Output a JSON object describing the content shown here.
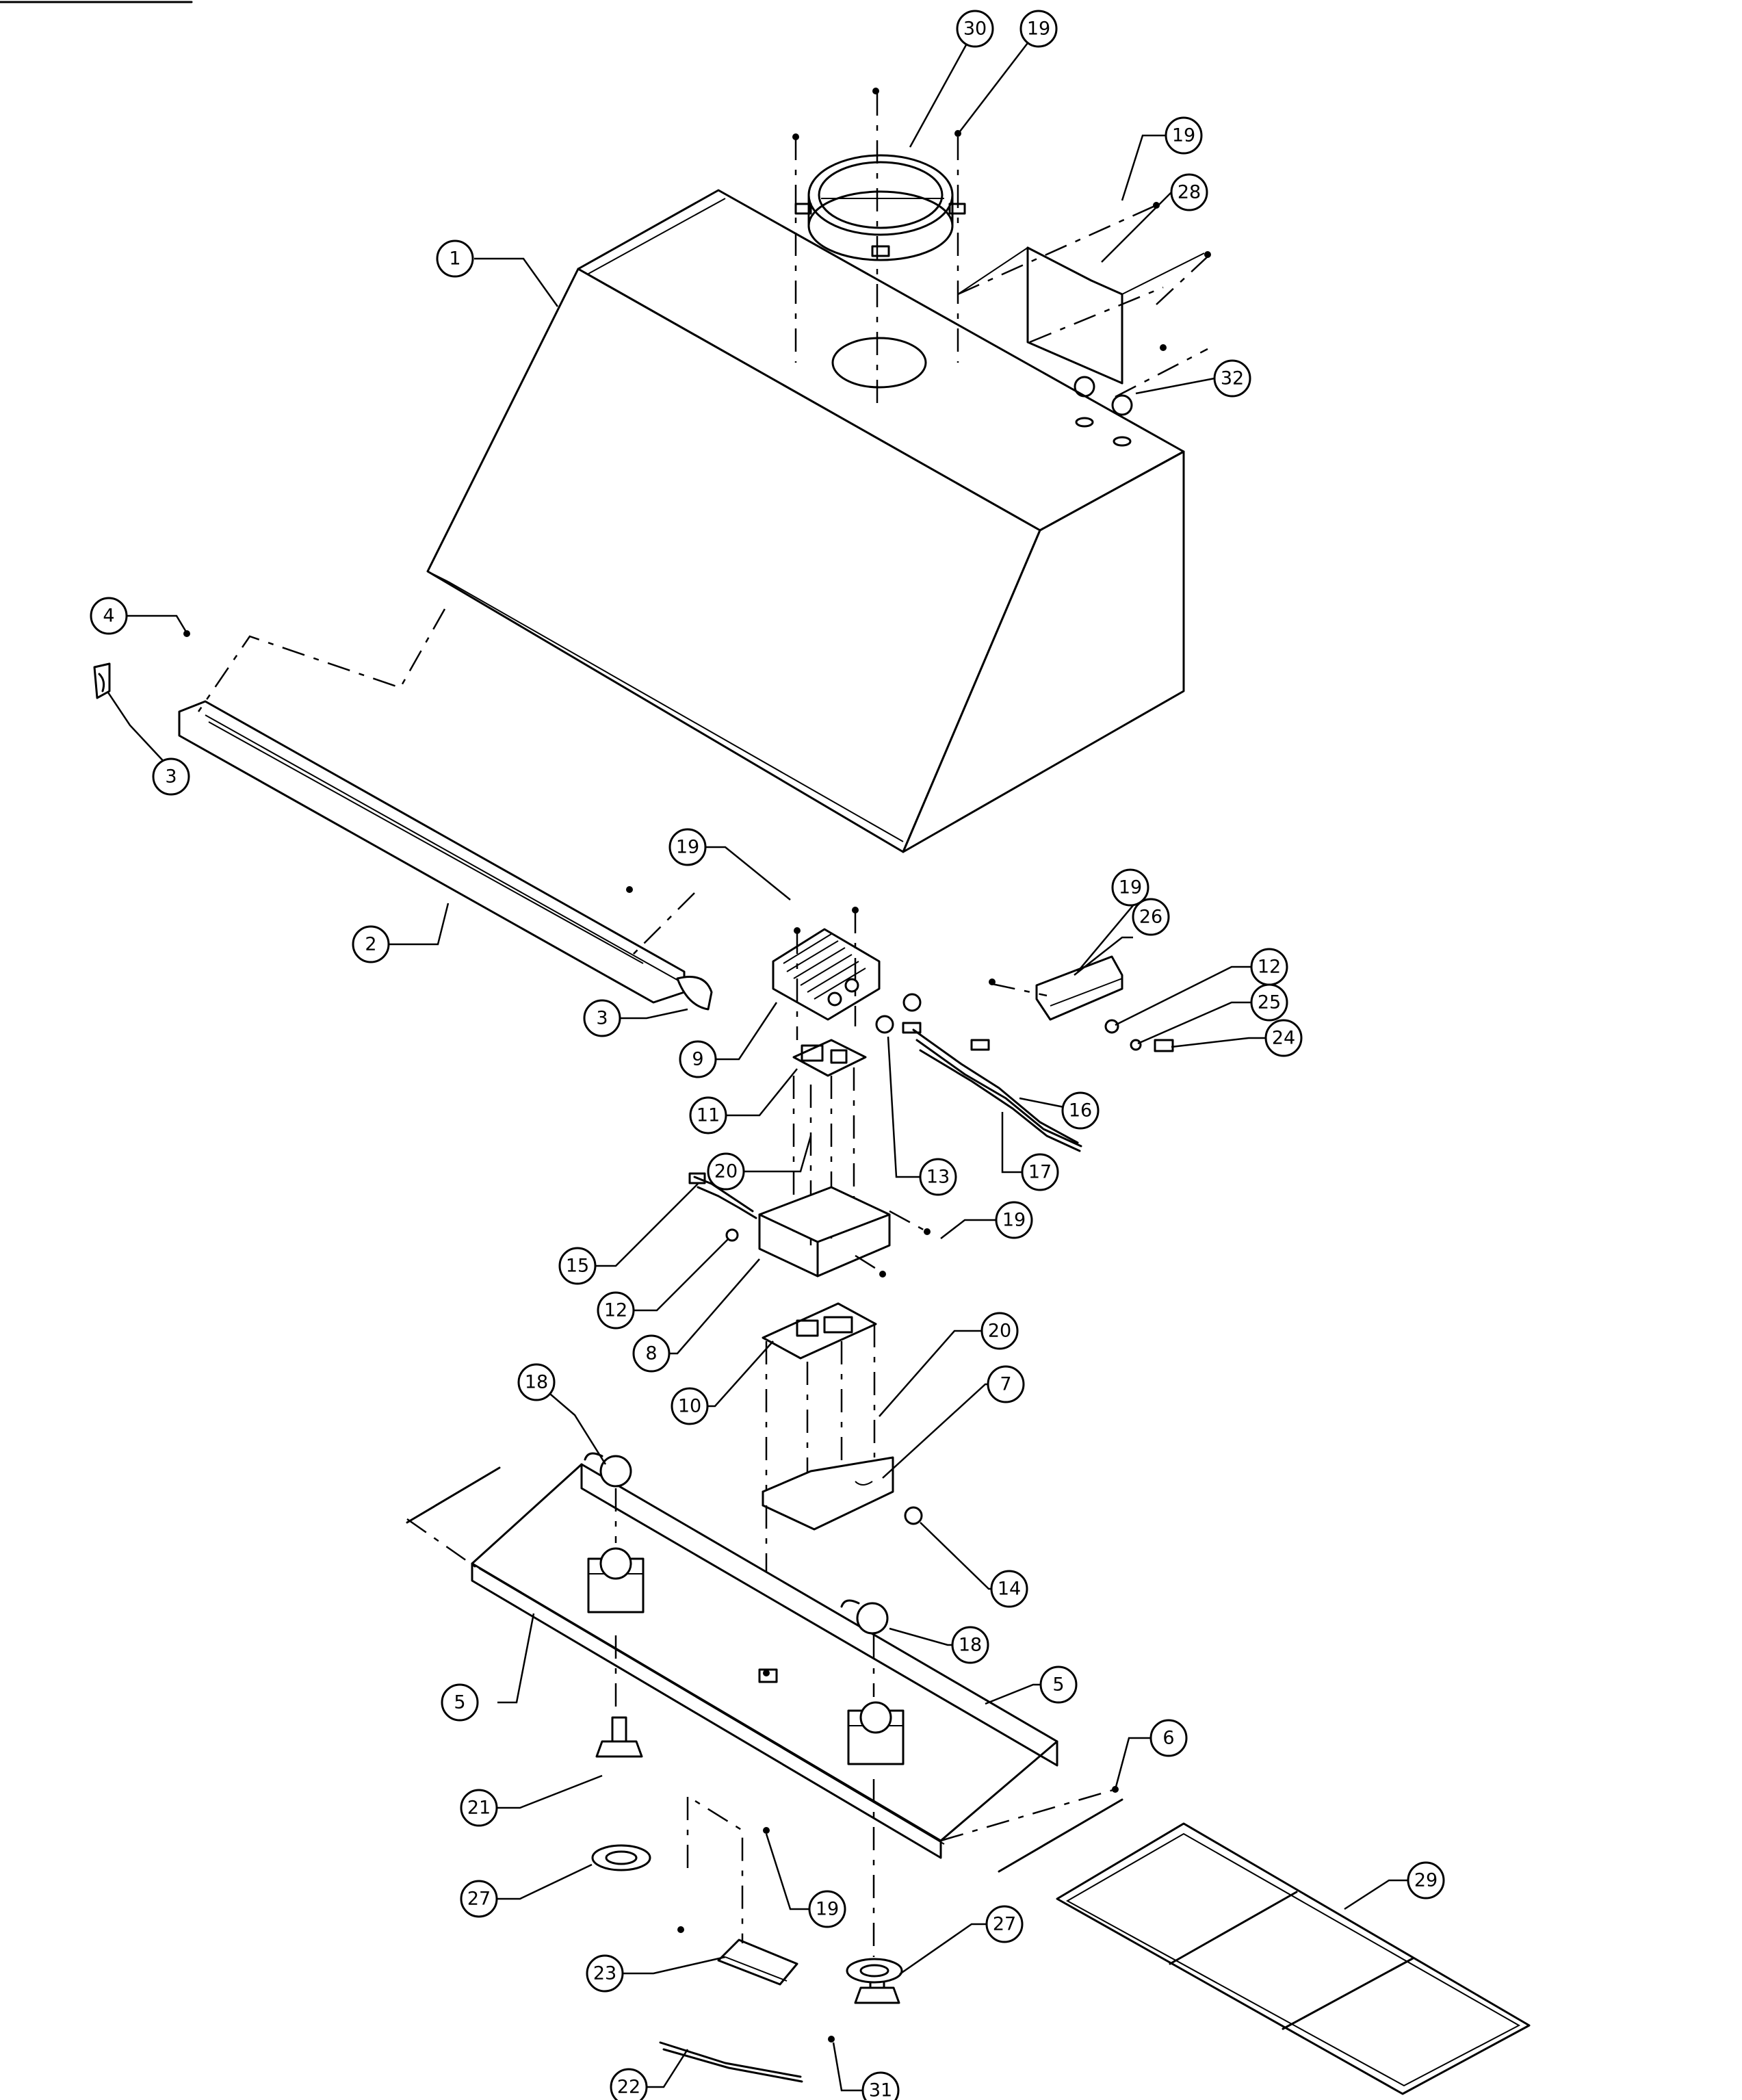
{
  "callouts": {
    "p1": "1",
    "p2": "2",
    "p3a": "3",
    "p3b": "3",
    "p4": "4",
    "p5a": "5",
    "p5b": "5",
    "p6": "6",
    "p7": "7",
    "p8": "8",
    "p9": "9",
    "p10": "10",
    "p11": "11",
    "p12a": "12",
    "p12b": "12",
    "p13": "13",
    "p14": "14",
    "p15": "15",
    "p16": "16",
    "p17": "17",
    "p18a": "18",
    "p18b": "18",
    "p19a": "19",
    "p19b": "19",
    "p19c": "19",
    "p19d": "19",
    "p19e": "19",
    "p19f": "19",
    "p20a": "20",
    "p20b": "20",
    "p21": "21",
    "p22": "22",
    "p23": "23",
    "p24": "24",
    "p25": "25",
    "p26": "26",
    "p27a": "27",
    "p27b": "27",
    "p28": "28",
    "p29": "29",
    "p30": "30",
    "p31": "31",
    "p32": "32"
  },
  "colors": {
    "line": "#000000",
    "background": "#ffffff"
  }
}
